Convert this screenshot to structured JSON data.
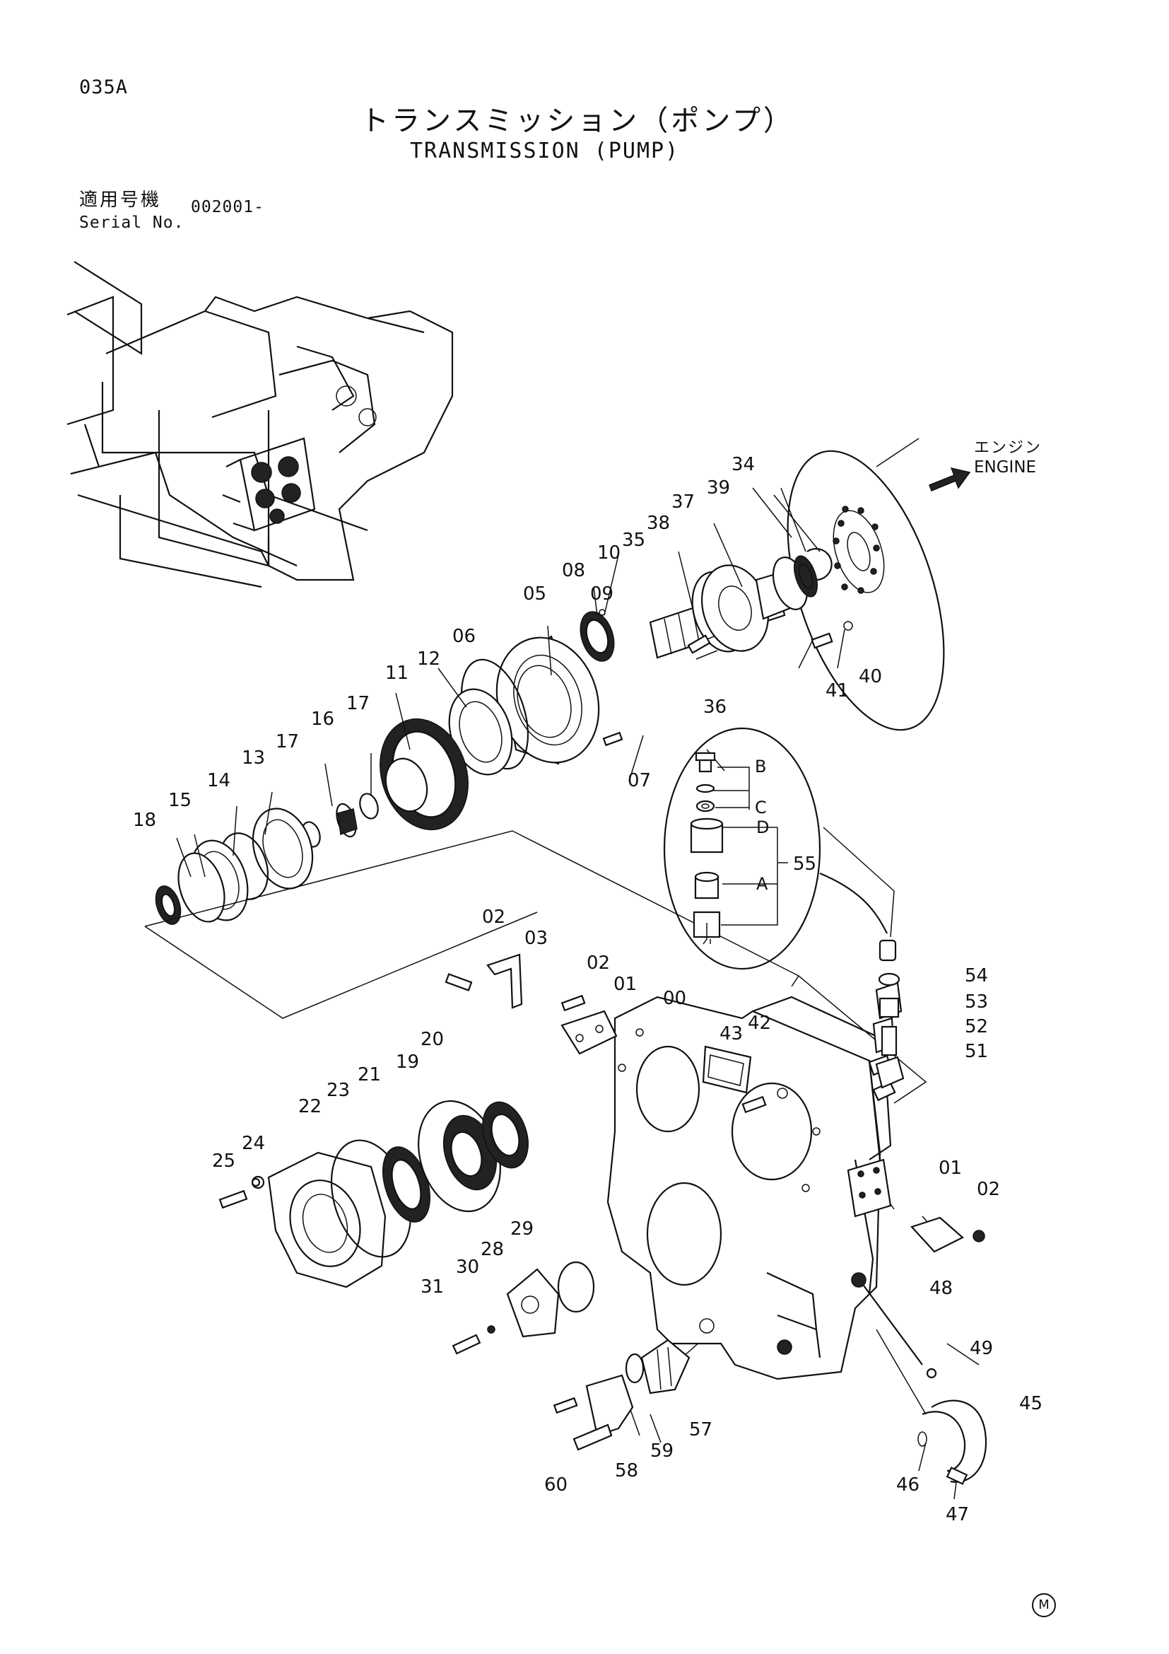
{
  "header": {
    "page_code": "035A",
    "title_jp": "トランスミッション（ポンプ）",
    "title_en": "TRANSMISSION (PUMP)",
    "serial_label_jp": "適用号機",
    "serial_label_en": "Serial No.",
    "serial_value": "002001-"
  },
  "engine_arrow": {
    "label_jp": "エンジン",
    "label_en": "ENGINE"
  },
  "inset_labels": [
    "B",
    "C",
    "D",
    "A"
  ],
  "part_numbers": [
    "00",
    "01",
    "02",
    "03",
    "05",
    "06",
    "07",
    "08",
    "09",
    "10",
    "11",
    "12",
    "13",
    "14",
    "15",
    "16",
    "17",
    "18",
    "19",
    "20",
    "21",
    "22",
    "23",
    "24",
    "25",
    "28",
    "29",
    "30",
    "31",
    "34",
    "35",
    "36",
    "37",
    "38",
    "39",
    "40",
    "41",
    "42",
    "43",
    "45",
    "46",
    "47",
    "48",
    "49",
    "51",
    "52",
    "53",
    "54",
    "55",
    "57",
    "58",
    "59",
    "60"
  ],
  "footer_mark": "M"
}
